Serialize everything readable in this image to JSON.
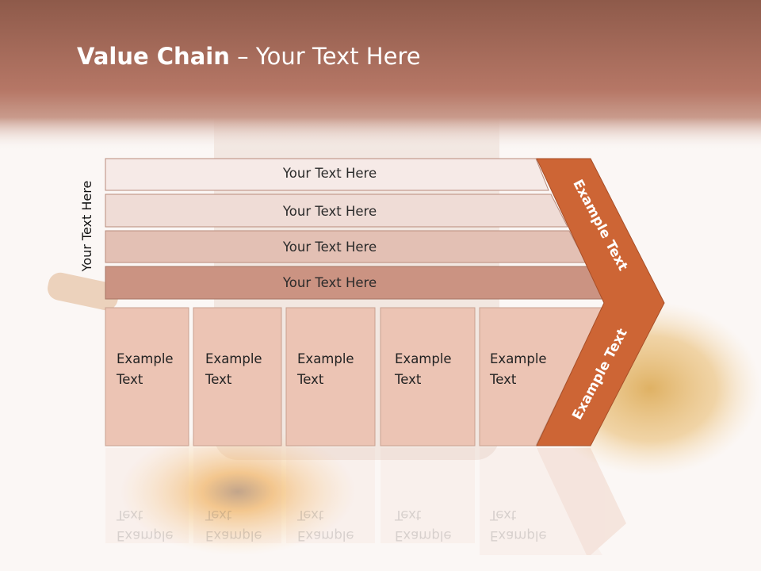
{
  "slide": {
    "title_bold": "Value Chain",
    "title_rest": " – Your Text Here",
    "side_label": "Your Text Here"
  },
  "rows": [
    "Your Text Here",
    "Your Text Here",
    "Your Text Here",
    "Your Text Here"
  ],
  "cells": [
    {
      "line1": "Example",
      "line2": "Text"
    },
    {
      "line1": "Example",
      "line2": "Text"
    },
    {
      "line1": "Example",
      "line2": "Text"
    },
    {
      "line1": "Example",
      "line2": "Text"
    },
    {
      "line1": "Example",
      "line2": "Text"
    }
  ],
  "arrow": {
    "upper_text": "Example Text",
    "lower_text": "Example Text",
    "color": "#cd6535"
  },
  "colors": {
    "header": "#a9705f",
    "row_fills": [
      "#f6eae7",
      "#efdcd6",
      "#e3c0b4",
      "#cb9382"
    ],
    "cell_fill": "#ecc4b4"
  }
}
